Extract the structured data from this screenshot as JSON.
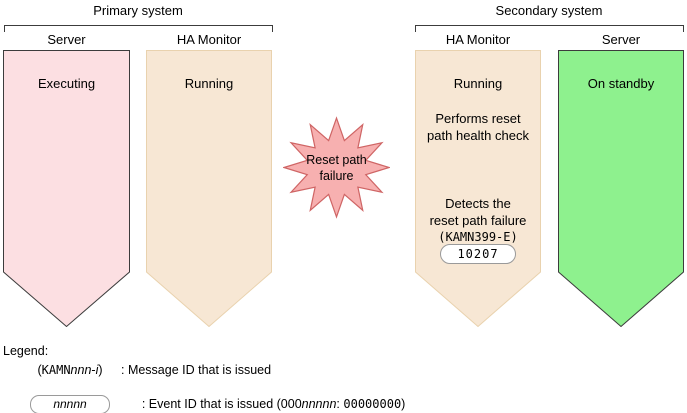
{
  "header": {
    "primary_group_label": "Primary system",
    "secondary_group_label": "Secondary system",
    "primary_server_col": "Server",
    "primary_hamonitor_col": "HA Monitor",
    "secondary_hamonitor_col": "HA Monitor",
    "secondary_server_col": "Server"
  },
  "pennants": {
    "primary_server": {
      "state": "Executing"
    },
    "primary_hamonitor": {
      "state": "Running"
    },
    "secondary_hamonitor": {
      "state": "Running",
      "action_line1": "Performs reset",
      "action_line2": "path health check",
      "detect_line1": "Detects the",
      "detect_line2": "reset path failure",
      "message_id": "(KAMN399-E)",
      "event_id": "10207"
    },
    "secondary_server": {
      "state": "On standby"
    }
  },
  "star": {
    "line1": "Reset path",
    "line2": "failure"
  },
  "legend": {
    "title": "Legend:",
    "message_row": {
      "sym_open": "(",
      "sym_mono": "KAMN",
      "sym_italic1": "nnn",
      "sym_dash": "-",
      "sym_italic2": "i",
      "sym_close": ")",
      "desc": ": Message ID that is issued"
    },
    "event_row": {
      "sym": "nnnnn",
      "desc_pre": ": Event ID that is issued (000",
      "desc_italic": "nnnnn",
      "desc_colon": ": ",
      "desc_mono": "00000000",
      "desc_close": ")"
    }
  },
  "colors": {
    "primary_server_fill": "#fcdfe2",
    "hamonitor_fill": "#f7e7d4",
    "secondary_server_fill": "#8ef18e",
    "star_fill": "#f7b0b0",
    "star_stroke": "#cf6565"
  }
}
